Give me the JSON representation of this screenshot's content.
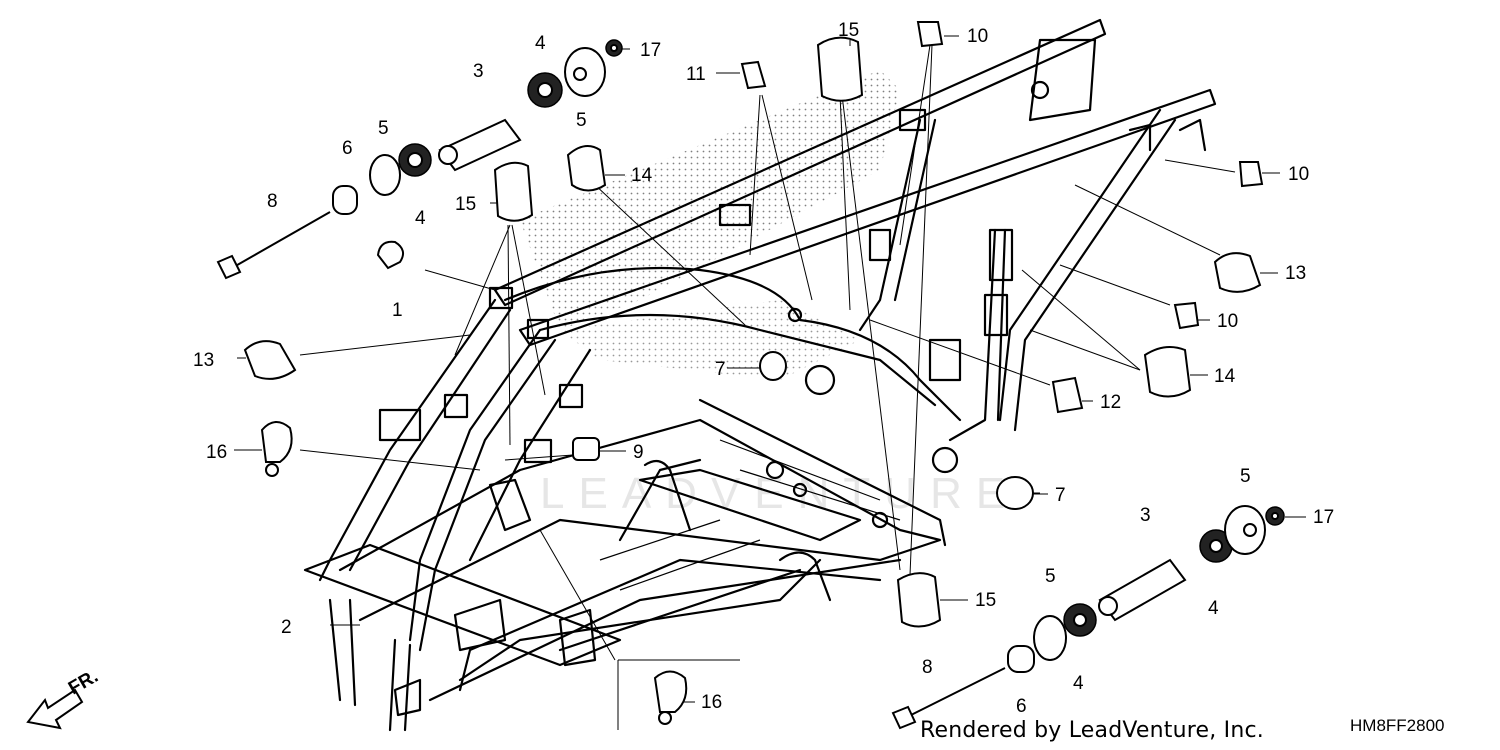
{
  "diagram": {
    "watermark": "LEADVENTURE",
    "credit": "Rendered by LeadVenture, Inc.",
    "drawing_code": "HM8FF2800",
    "direction_label": "FR.",
    "callouts": [
      {
        "id": "c1",
        "text": "1"
      },
      {
        "id": "c2",
        "text": "2"
      },
      {
        "id": "c3a",
        "text": "3"
      },
      {
        "id": "c3b",
        "text": "3"
      },
      {
        "id": "c4a",
        "text": "4"
      },
      {
        "id": "c4b",
        "text": "4"
      },
      {
        "id": "c4c",
        "text": "4"
      },
      {
        "id": "c4d",
        "text": "4"
      },
      {
        "id": "c5a",
        "text": "5"
      },
      {
        "id": "c5b",
        "text": "5"
      },
      {
        "id": "c5c",
        "text": "5"
      },
      {
        "id": "c5d",
        "text": "5"
      },
      {
        "id": "c6a",
        "text": "6"
      },
      {
        "id": "c6b",
        "text": "6"
      },
      {
        "id": "c7a",
        "text": "7"
      },
      {
        "id": "c7b",
        "text": "7"
      },
      {
        "id": "c8a",
        "text": "8"
      },
      {
        "id": "c8b",
        "text": "8"
      },
      {
        "id": "c9",
        "text": "9"
      },
      {
        "id": "c10a",
        "text": "10"
      },
      {
        "id": "c10b",
        "text": "10"
      },
      {
        "id": "c10c",
        "text": "10"
      },
      {
        "id": "c11",
        "text": "11"
      },
      {
        "id": "c12",
        "text": "12"
      },
      {
        "id": "c13a",
        "text": "13"
      },
      {
        "id": "c13b",
        "text": "13"
      },
      {
        "id": "c14a",
        "text": "14"
      },
      {
        "id": "c14b",
        "text": "14"
      },
      {
        "id": "c15a",
        "text": "15"
      },
      {
        "id": "c15b",
        "text": "15"
      },
      {
        "id": "c15c",
        "text": "15"
      },
      {
        "id": "c16a",
        "text": "16"
      },
      {
        "id": "c16b",
        "text": "16"
      },
      {
        "id": "c17a",
        "text": "17"
      },
      {
        "id": "c17b",
        "text": "17"
      }
    ]
  }
}
